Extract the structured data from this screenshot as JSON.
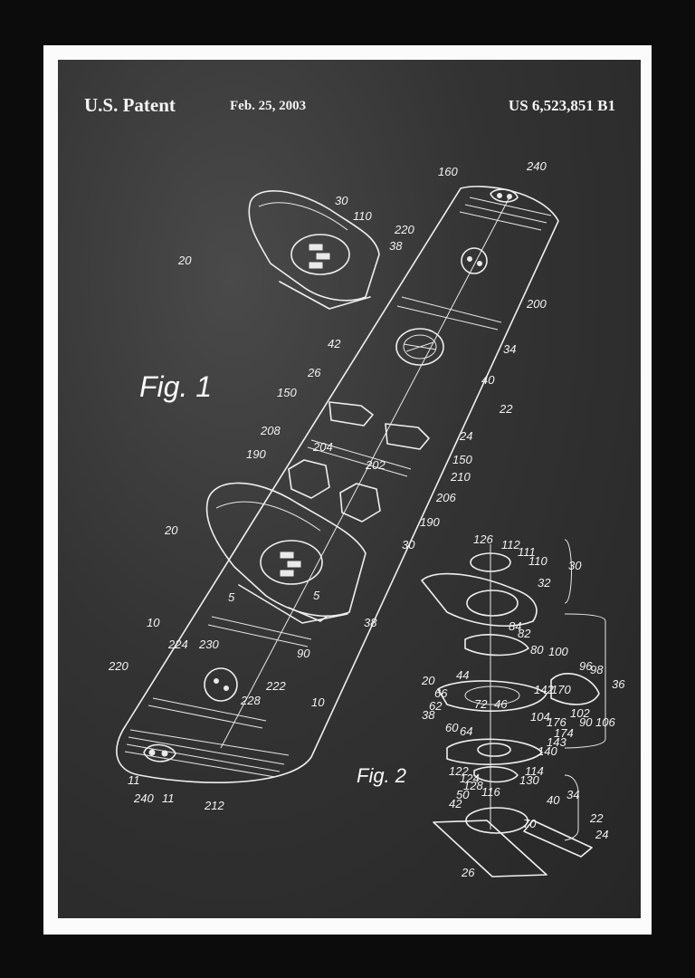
{
  "header": {
    "left": "U.S. Patent",
    "date": "Feb. 25, 2003",
    "number": "US 6,523,851 B1"
  },
  "figures": {
    "fig1": "Fig. 1",
    "fig2": "Fig. 2"
  },
  "fig1_labels": {
    "l160": "160",
    "l240a": "240",
    "l30a": "30",
    "l110": "110",
    "l20a": "20",
    "l38a": "38",
    "l220a": "220",
    "l200": "200",
    "l42": "42",
    "l34": "34",
    "l26": "26",
    "l40": "40",
    "l22": "22",
    "l150a": "150",
    "l24": "24",
    "l208": "208",
    "l204": "204",
    "l202": "202",
    "l150b": "150",
    "l210": "210",
    "l190a": "190",
    "l206": "206",
    "l190b": "190",
    "l20b": "20",
    "l30b": "30",
    "l5a": "5",
    "l5b": "5",
    "l38b": "38",
    "l10a": "10",
    "l90": "90",
    "l224": "224",
    "l230": "230",
    "l220b": "220",
    "l222": "222",
    "l228": "228",
    "l10b": "10",
    "l11a": "11",
    "l240b": "240",
    "l11b": "11",
    "l212": "212"
  },
  "fig2_labels": {
    "a126": "126",
    "a112": "112",
    "a111": "111",
    "a110": "110",
    "a30": "30",
    "a32": "32",
    "a84": "84",
    "a82": "82",
    "a80": "80",
    "a100": "100",
    "a20": "20",
    "a44": "44",
    "a66": "66",
    "a142": "142",
    "a170": "170",
    "a96": "96",
    "a98": "98",
    "a36": "36",
    "a62": "62",
    "a38": "38",
    "a72": "72",
    "a46": "46",
    "a104": "104",
    "a176": "176",
    "a102": "102",
    "a90": "90",
    "a106": "106",
    "a60": "60",
    "a64": "64",
    "a174": "174",
    "a143": "143",
    "a140": "140",
    "a122": "122",
    "a124": "124",
    "a128": "128",
    "a114": "114",
    "a130": "130",
    "a50": "50",
    "a116": "116",
    "a40": "40",
    "a34": "34",
    "a42": "42",
    "a70": "70",
    "a22": "22",
    "a24": "24",
    "a26": "26"
  }
}
